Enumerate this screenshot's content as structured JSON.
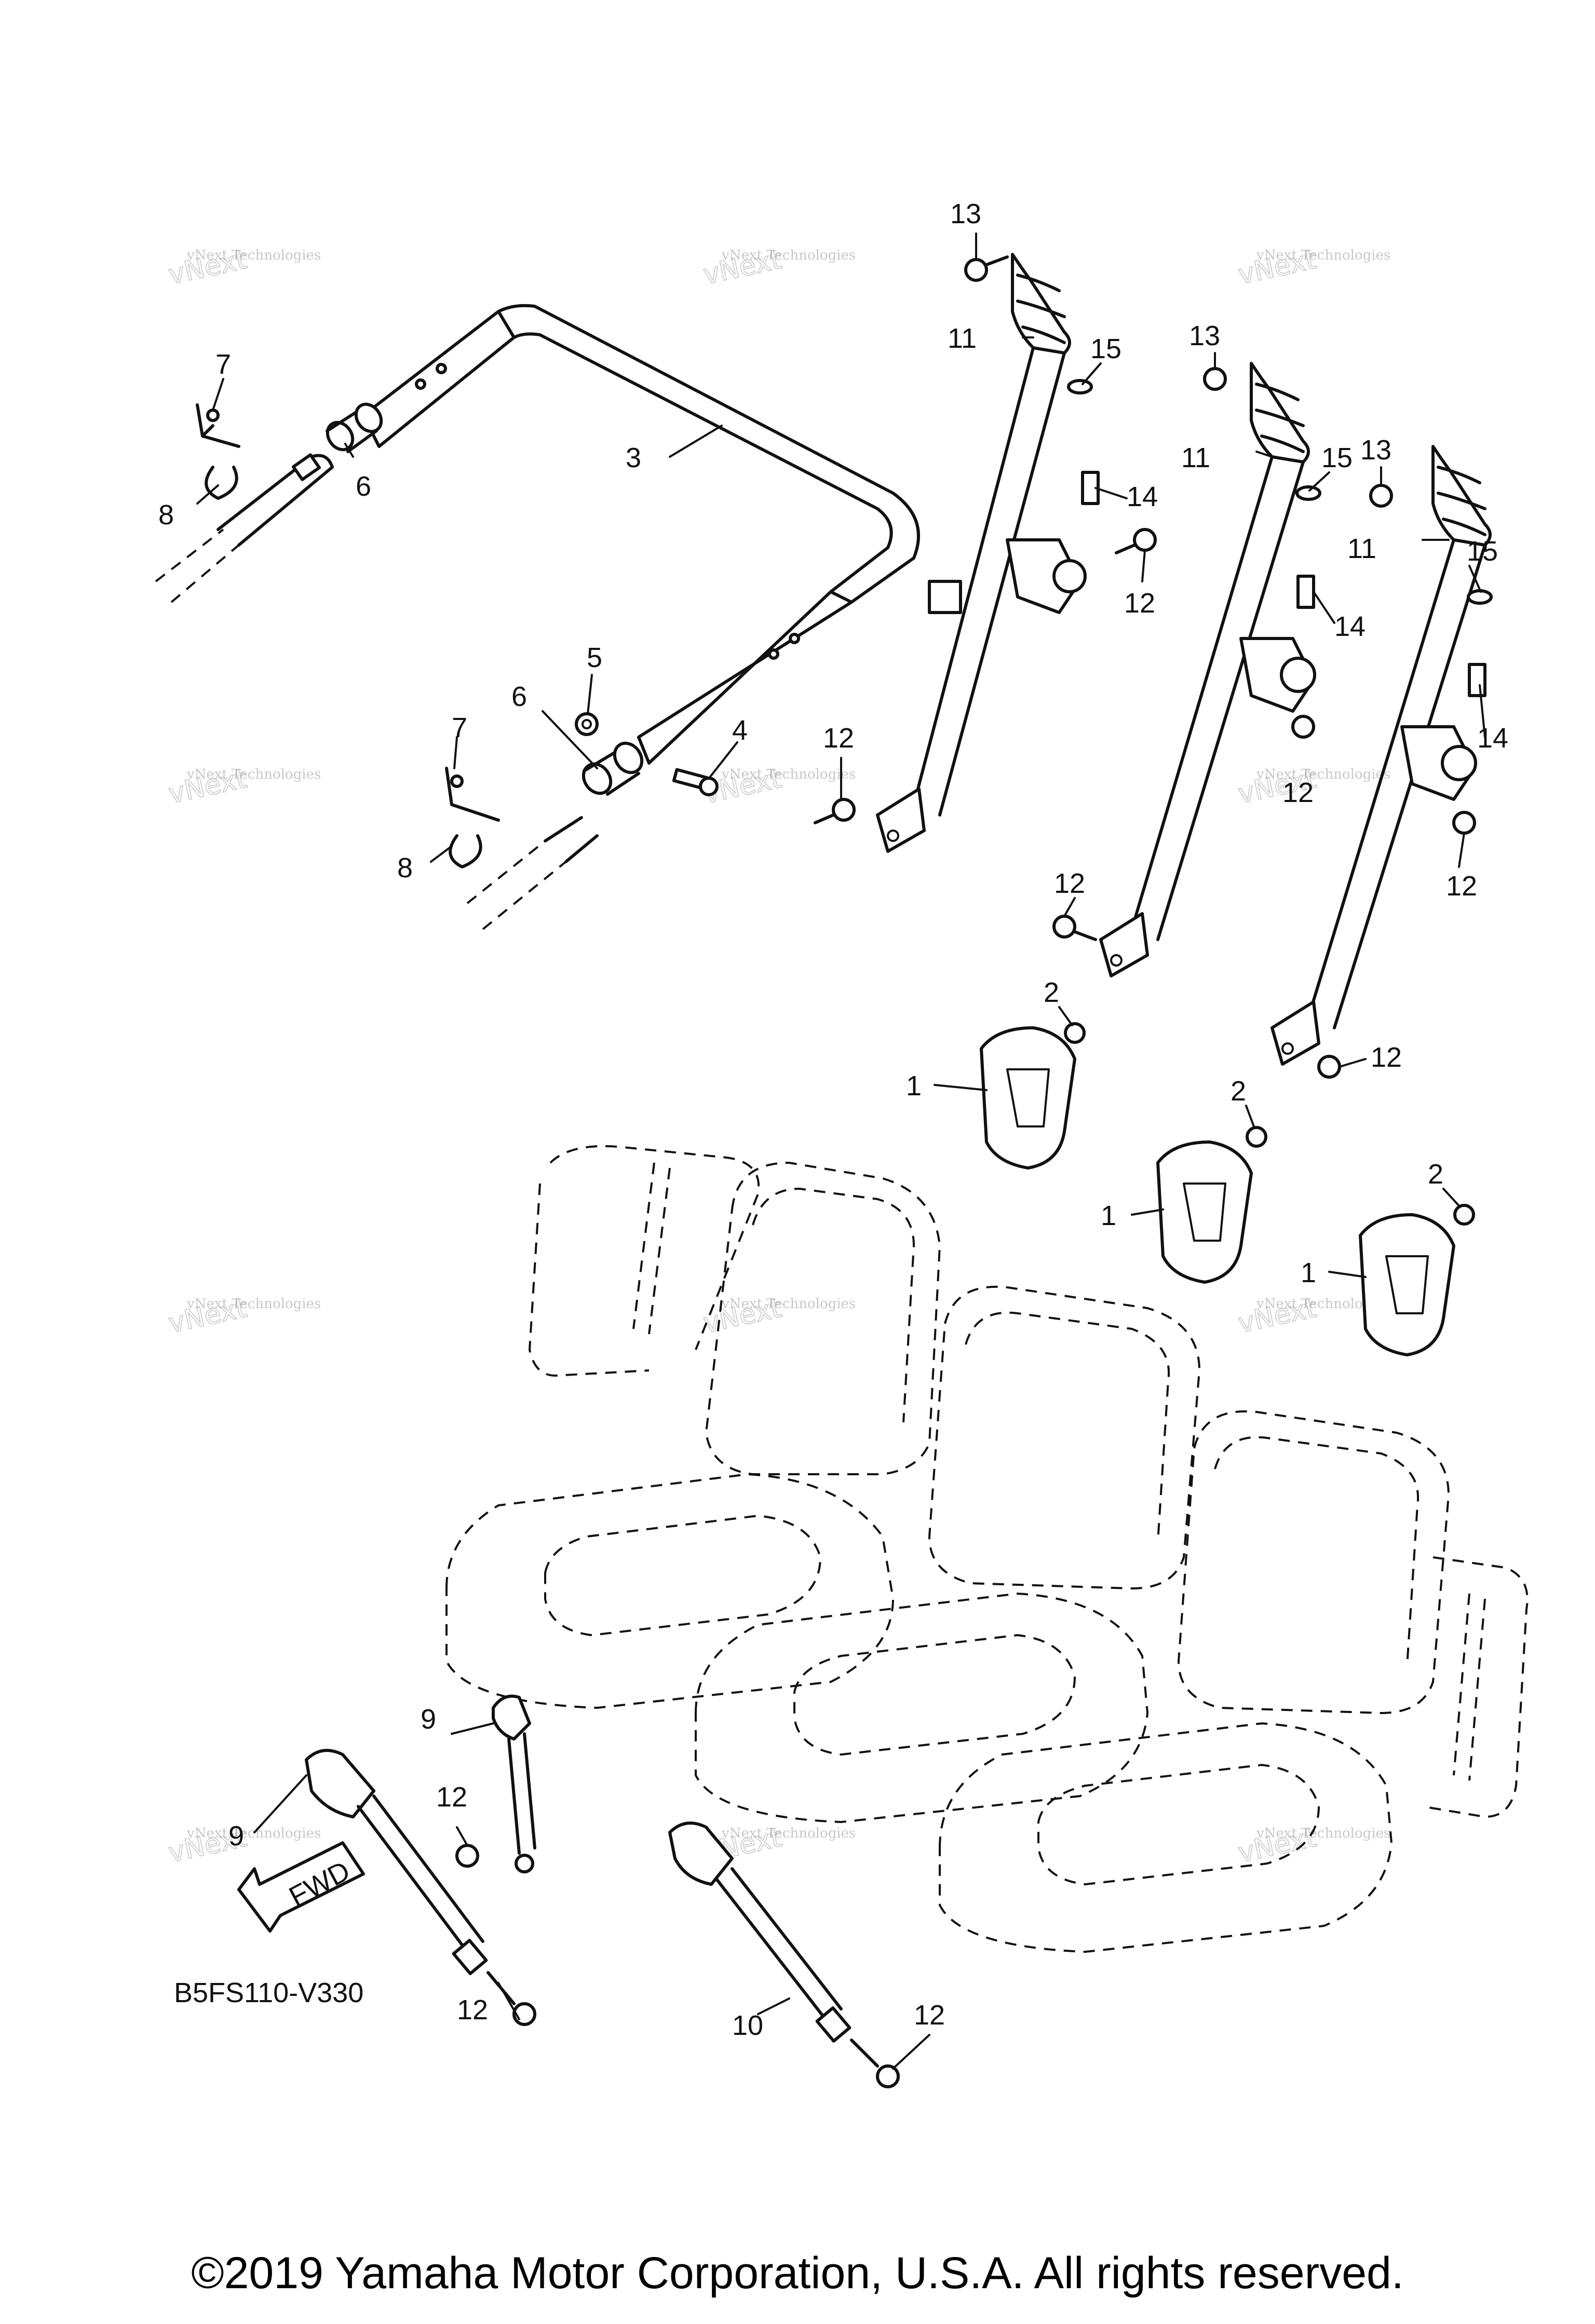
{
  "diagram": {
    "drawing_code": "B5FS110-V330",
    "copyright": "©2019 Yamaha Motor Corporation, U.S.A. All rights reserved.",
    "direction_label": "FWD",
    "watermark": {
      "line1": "vNext Technologies",
      "overlay": "vNext"
    }
  },
  "callouts": [
    {
      "id": "1",
      "label": "1"
    },
    {
      "id": "1b",
      "label": "1"
    },
    {
      "id": "1c",
      "label": "1"
    },
    {
      "id": "2",
      "label": "2"
    },
    {
      "id": "2b",
      "label": "2"
    },
    {
      "id": "2c",
      "label": "2"
    },
    {
      "id": "3",
      "label": "3"
    },
    {
      "id": "4",
      "label": "4"
    },
    {
      "id": "5",
      "label": "5"
    },
    {
      "id": "6",
      "label": "6"
    },
    {
      "id": "6b",
      "label": "6"
    },
    {
      "id": "7",
      "label": "7"
    },
    {
      "id": "7b",
      "label": "7"
    },
    {
      "id": "8",
      "label": "8"
    },
    {
      "id": "8b",
      "label": "8"
    },
    {
      "id": "9",
      "label": "9"
    },
    {
      "id": "9b",
      "label": "9"
    },
    {
      "id": "10",
      "label": "10"
    },
    {
      "id": "11",
      "label": "11"
    },
    {
      "id": "11b",
      "label": "11"
    },
    {
      "id": "11c",
      "label": "11"
    },
    {
      "id": "12",
      "label": "12"
    },
    {
      "id": "12b",
      "label": "12"
    },
    {
      "id": "12c",
      "label": "12"
    },
    {
      "id": "12d",
      "label": "12"
    },
    {
      "id": "12e",
      "label": "12"
    },
    {
      "id": "12f",
      "label": "12"
    },
    {
      "id": "12g",
      "label": "12"
    },
    {
      "id": "12h",
      "label": "12"
    },
    {
      "id": "12i",
      "label": "12"
    },
    {
      "id": "13",
      "label": "13"
    },
    {
      "id": "13b",
      "label": "13"
    },
    {
      "id": "13c",
      "label": "13"
    },
    {
      "id": "14",
      "label": "14"
    },
    {
      "id": "14b",
      "label": "14"
    },
    {
      "id": "14c",
      "label": "14"
    },
    {
      "id": "15",
      "label": "15"
    },
    {
      "id": "15b",
      "label": "15"
    },
    {
      "id": "15c",
      "label": "15"
    }
  ]
}
